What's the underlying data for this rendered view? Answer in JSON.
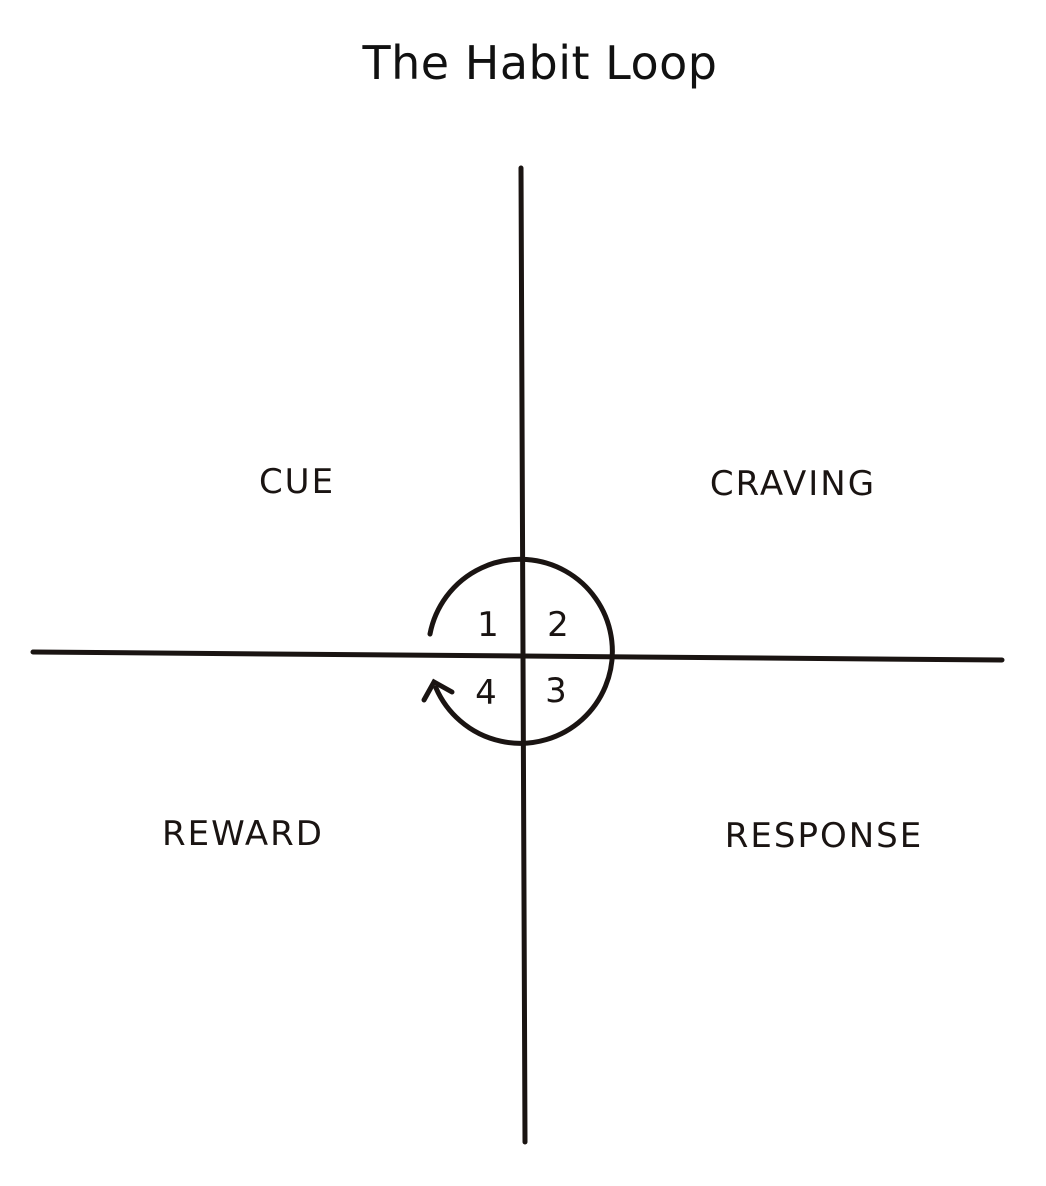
{
  "title": "The Habit Loop",
  "quadrants": [
    {
      "number": "1",
      "label": "CUE"
    },
    {
      "number": "2",
      "label": "CRAVING"
    },
    {
      "number": "3",
      "label": "RESPONSE"
    },
    {
      "number": "4",
      "label": "REWARD"
    }
  ]
}
